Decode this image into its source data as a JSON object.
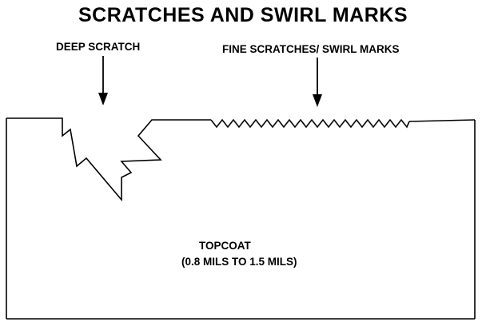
{
  "diagram": {
    "title": "SCRATCHES AND SWIRL MARKS",
    "labels": {
      "deep_scratch": "DEEP SCRATCH",
      "fine_scratches": "FINE SCRATCHES/ SWIRL MARKS",
      "topcoat": "TOPCOAT",
      "thickness": "(0.8 MILS TO 1.5 MILS)"
    },
    "colors": {
      "line": "#000000",
      "background": "#ffffff"
    }
  }
}
